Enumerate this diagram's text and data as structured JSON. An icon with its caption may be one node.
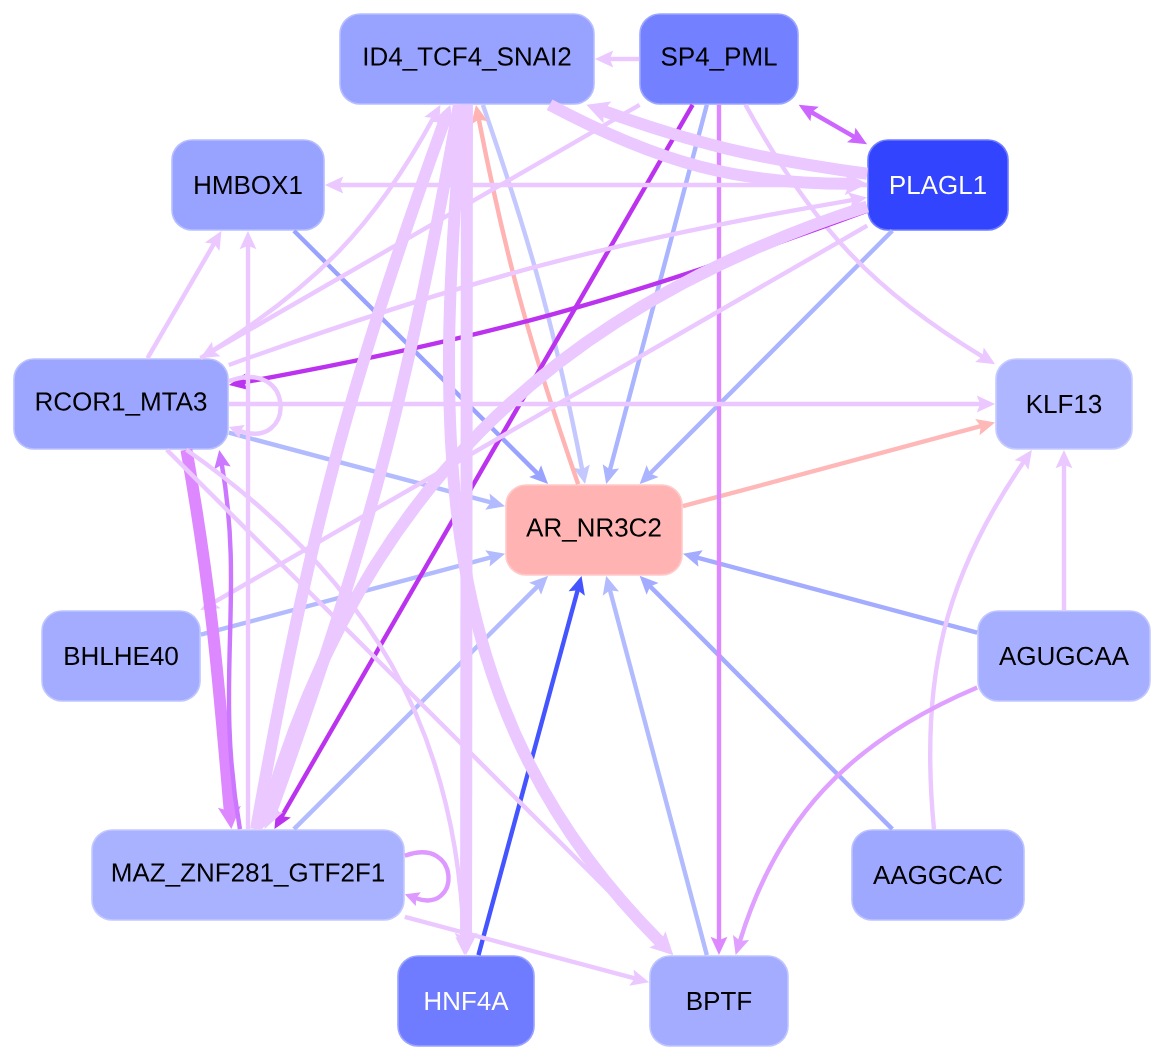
{
  "diagram": {
    "nodes": [
      {
        "text": [
          "ID4_TCF4_SNAI2"
        ]
      },
      {
        "text": [
          "SP4_PML"
        ]
      },
      {
        "text": [
          "HMBOX1"
        ]
      },
      {
        "text": [
          "PLAGL1"
        ]
      },
      {
        "text": [
          "RCOR1_MTA3"
        ]
      },
      {
        "text": [
          "KLF13"
        ]
      },
      {
        "text": [
          "AR_NR3C2"
        ]
      },
      {
        "text": [
          "BHLHE40"
        ]
      },
      {
        "text": [
          "AGUGCAA"
        ]
      },
      {
        "text": [
          "MAZ_ZNF281_GTF2F1"
        ]
      },
      {
        "text": [
          "AAGGCAC"
        ]
      },
      {
        "text": [
          "HNF4A"
        ]
      },
      {
        "text": [
          "BPTF"
        ]
      }
    ],
    "edges": [
      {
        "from": 2,
        "to": 6,
        "arrow": "to",
        "color": "#99a3ff"
      },
      {
        "from": 0,
        "to": 6,
        "arrow": "to",
        "color": "#c4c8ff"
      },
      {
        "from": 6,
        "to": 0,
        "arrow": "to",
        "color": "#ffb3b3"
      },
      {
        "from": 1,
        "to": 6,
        "arrow": "to",
        "color": "#aab4ff"
      },
      {
        "from": 3,
        "to": 6,
        "arrow": "to",
        "color": "#aab4ff"
      },
      {
        "from": 4,
        "to": 6,
        "arrow": "to",
        "color": "#b3bbff"
      },
      {
        "from": 7,
        "to": 6,
        "arrow": "to",
        "color": "#b3bbff"
      },
      {
        "from": 9,
        "to": 6,
        "arrow": "to",
        "color": "#b3bbff"
      },
      {
        "from": 11,
        "to": 6,
        "arrow": "to",
        "color": "#4455ff"
      },
      {
        "from": 12,
        "to": 6,
        "arrow": "to",
        "color": "#b3bbff"
      },
      {
        "from": 10,
        "to": 6,
        "arrow": "to",
        "color": "#a3acff"
      },
      {
        "from": 8,
        "to": 6,
        "arrow": "to",
        "color": "#a3acff"
      },
      {
        "from": 6,
        "to": 5,
        "arrow": "to",
        "color": "#ffb8b8"
      },
      {
        "from": 1,
        "to": 0,
        "arrow": "to"
      },
      {
        "from": 3,
        "to": 1,
        "arrow": "both",
        "color": "#cc66ff"
      },
      {
        "from": 1,
        "to": 9,
        "arrow": "to",
        "color": "#bb33ee"
      },
      {
        "from": 1,
        "to": 12,
        "arrow": "to",
        "color": "#dd88ff"
      },
      {
        "from": 1,
        "to": 5,
        "arrow": "to"
      },
      {
        "from": 0,
        "to": 3,
        "arrow": "to",
        "style": "thick"
      },
      {
        "from": 3,
        "to": 0,
        "arrow": "to",
        "style": "thick"
      },
      {
        "from": 3,
        "to": 2,
        "arrow": "to"
      },
      {
        "from": 3,
        "to": 4,
        "arrow": "to",
        "color": "#bb33ee"
      },
      {
        "from": 3,
        "to": 9,
        "arrow": "to",
        "style": "thick"
      },
      {
        "from": 3,
        "to": 7,
        "arrow": "to"
      },
      {
        "from": 4,
        "to": 5,
        "arrow": "to"
      },
      {
        "from": 4,
        "to": 4,
        "arrow": "to"
      },
      {
        "from": 4,
        "to": 2,
        "arrow": "to"
      },
      {
        "from": 4,
        "to": 0,
        "arrow": "to"
      },
      {
        "from": 4,
        "to": 9,
        "arrow": "to",
        "style": "thick",
        "color": "#dd88ff"
      },
      {
        "from": 9,
        "to": 4,
        "arrow": "to",
        "color": "#cc77ff"
      },
      {
        "from": 4,
        "to": 12,
        "arrow": "to"
      },
      {
        "from": 4,
        "to": 11,
        "arrow": "to"
      },
      {
        "from": 0,
        "to": 11,
        "arrow": "to",
        "style": "thick"
      },
      {
        "from": 0,
        "to": 12,
        "arrow": "to",
        "style": "thick"
      },
      {
        "from": 0,
        "to": 9,
        "arrow": "to",
        "style": "thick"
      },
      {
        "from": 1,
        "to": 4,
        "arrow": "to"
      },
      {
        "from": 9,
        "to": 12,
        "arrow": "to"
      },
      {
        "from": 9,
        "to": 2,
        "arrow": "to"
      },
      {
        "from": 9,
        "to": 0,
        "arrow": "to",
        "style": "thick"
      },
      {
        "from": 4,
        "to": 3,
        "arrow": "to"
      },
      {
        "from": 9,
        "to": 9,
        "arrow": "to",
        "color": "#dd99ff"
      },
      {
        "from": 8,
        "to": 5,
        "arrow": "to"
      },
      {
        "from": 10,
        "to": 5,
        "arrow": "to"
      },
      {
        "from": 8,
        "to": 12,
        "arrow": "to",
        "color": "#e0a0ff"
      }
    ]
  }
}
